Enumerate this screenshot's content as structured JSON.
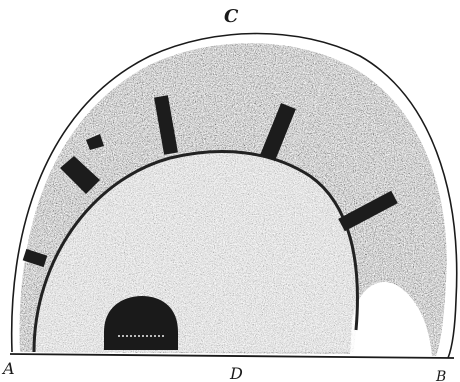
{
  "figure": {
    "labels": {
      "top": "C",
      "bottom_left": "A",
      "bottom_center": "D",
      "bottom_right": "B"
    },
    "colors": {
      "ink": "#1a1a1a",
      "outer_fill": "#6e6e6e",
      "inner_fill": "#bdbdbd",
      "background": "#ffffff"
    }
  }
}
